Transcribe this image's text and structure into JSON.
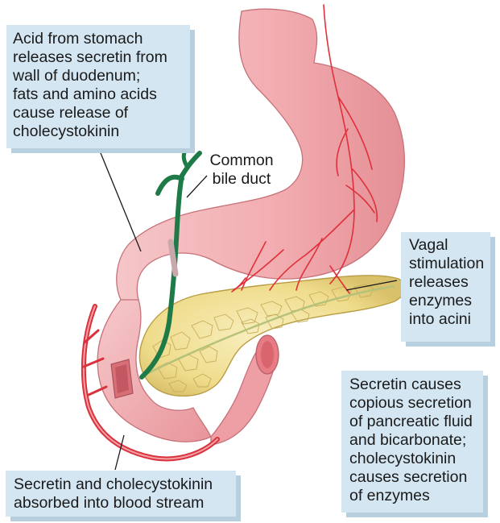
{
  "callouts": {
    "acid": "Acid from stomach\nreleases secretin from\nwall of duodenum;\nfats and amino acids\ncause release of\ncholecystokinin",
    "vagal": "Vagal\nstimulation\nreleases\nenzymes\ninto acini",
    "secretin_effect": "Secretin causes\ncopious secretion\nof pancreatic fluid\nand bicarbonate;\ncholecystokinin\ncauses secretion\nof enzymes",
    "absorbed": "Secretin and cholecystokinin\nabsorbed into blood stream"
  },
  "labels": {
    "bile_duct": "Common\nbile duct"
  },
  "colors": {
    "callout_bg": "#d4e6f2",
    "stomach": "#f2b2b5",
    "pancreas": "#f1e29c",
    "bile_duct": "#1e7a46",
    "vessel": "#e0303a"
  }
}
